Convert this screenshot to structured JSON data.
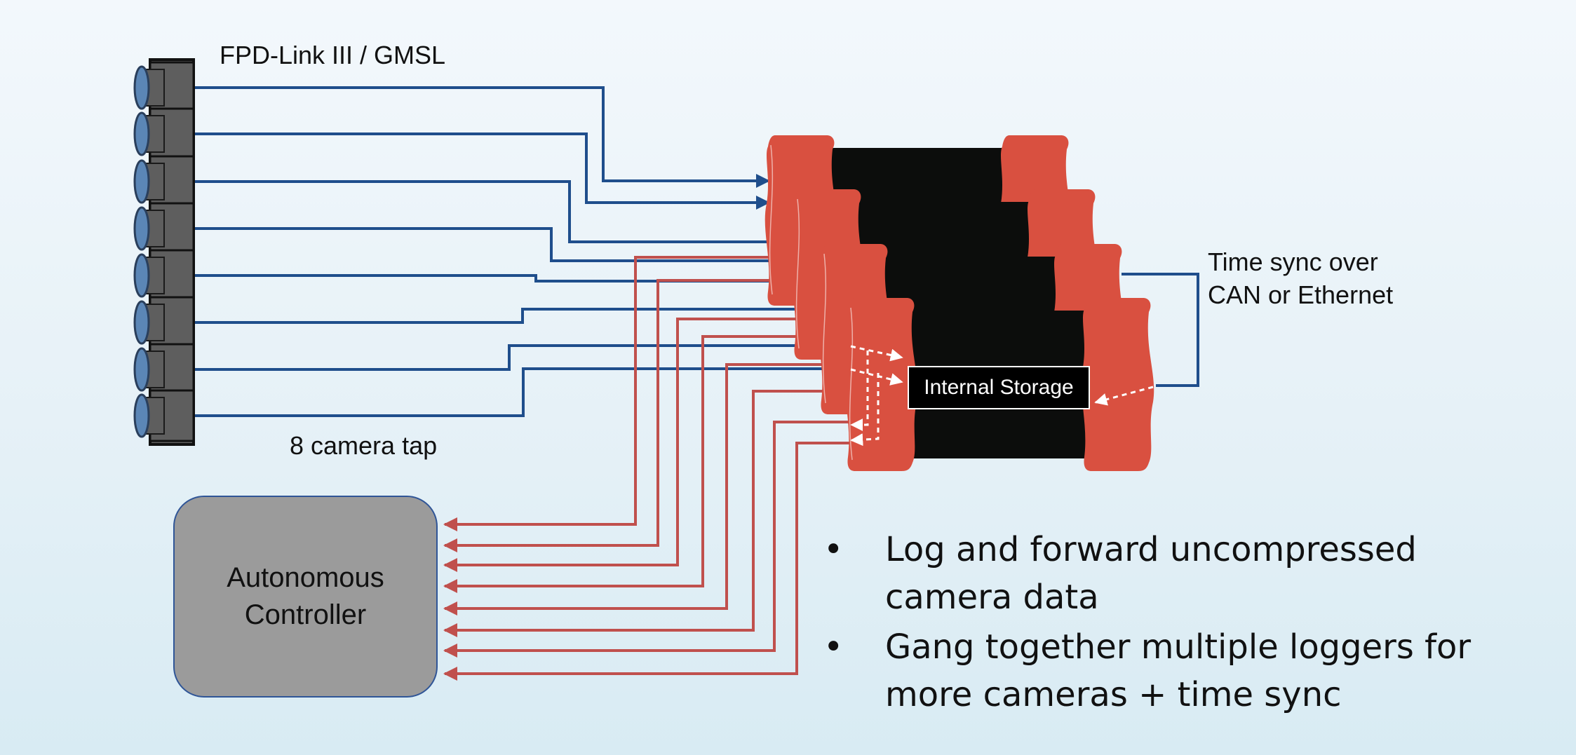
{
  "labels": {
    "link": "FPD-Link III / GMSL",
    "tap": "8 camera tap",
    "sync_line1": "Time sync over",
    "sync_line2": "CAN or Ethernet",
    "controller_line1": "Autonomous",
    "controller_line2": "Controller",
    "storage": "Internal Storage"
  },
  "bullets": [
    {
      "line1": "Log and forward uncompressed",
      "line2": "camera data"
    },
    {
      "line1": "Gang together multiple loggers for",
      "line2": "more cameras + time sync"
    }
  ],
  "camera_count": 8,
  "logger_count": 4,
  "colors": {
    "input_line": "#1f4e8c",
    "output_line": "#c0504d",
    "logger_red": "#d95040",
    "logger_black": "#0c0d0c",
    "camera_body": "#5e5e5e",
    "camera_lens": "#5b86b6",
    "controller_fill": "#9b9b9b",
    "sync_line": "#1f4e8c"
  }
}
